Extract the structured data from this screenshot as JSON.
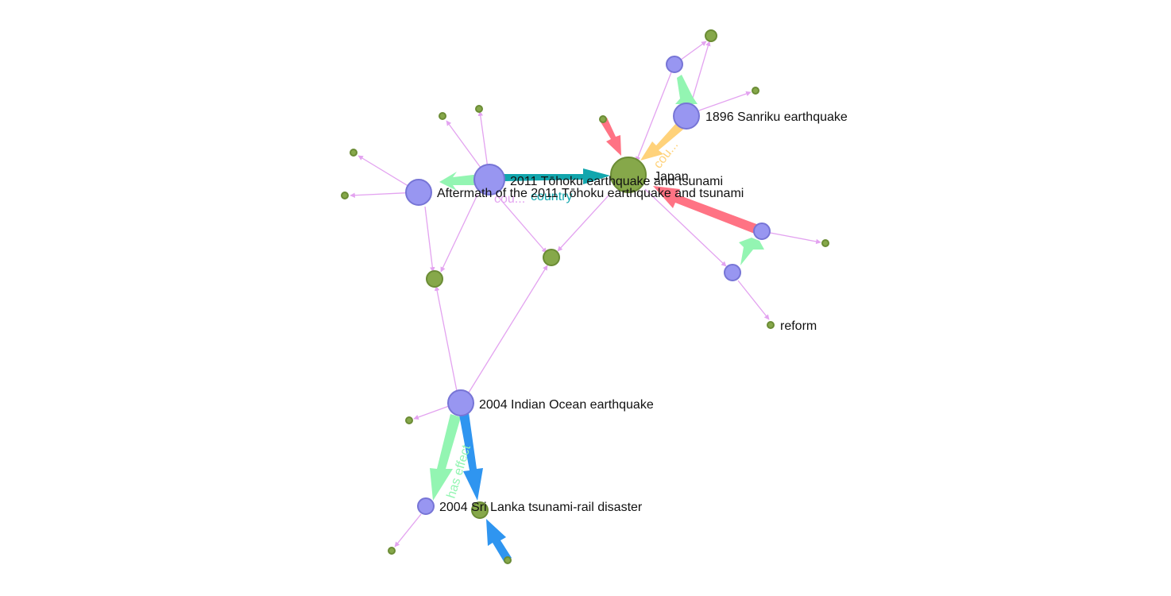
{
  "colors": {
    "event_node_fill": "#9896f1",
    "event_node_stroke": "#7775d6",
    "entity_node_fill": "#86a84a",
    "entity_node_stroke": "#6b8c35",
    "edge_default": "#e3a3f0",
    "edge_country": "#11a6ad",
    "edge_has_effect": "#93f5b2",
    "edge_blue": "#2f95f0",
    "edge_red": "#ff7384",
    "edge_orange": "#ffd27a"
  },
  "graph": {
    "labels": {
      "tohoku": "2011 Tōhoku earthquake and tsunami",
      "aftermath": "Aftermath of the 2011 Tōhoku earthquake and tsunami",
      "japan": "Japan",
      "sanriku": "1896 Sanriku earthquake",
      "reform": "reform",
      "indian_ocean": "2004 Indian Ocean earthquake",
      "sri_lanka": "2004 Sri Lanka tsunami-rail disaster"
    },
    "edge_labels": {
      "country": "country",
      "country_faded": "cou...",
      "country_under": "cou...",
      "has_effect": "has effect"
    }
  }
}
